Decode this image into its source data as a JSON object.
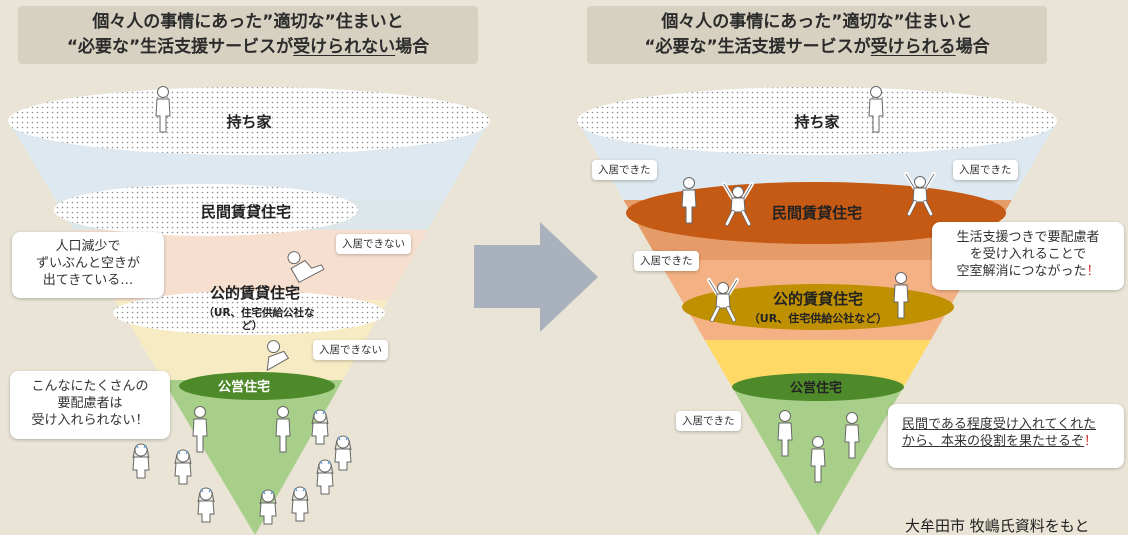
{
  "left_title": {
    "line1": "個々人の事情にあった”適切な”住まいと",
    "line2_pre": "“必要な”生活支援サービスが",
    "line2_ul": "受けられない",
    "line2_post": "場合"
  },
  "right_title": {
    "line1": "個々人の事情にあった”適切な”住まいと",
    "line2_pre": "“必要な”生活支援サービスが",
    "line2_ul": "受けられる",
    "line2_post": "場合"
  },
  "tiers": {
    "owned": "持ち家",
    "private_rental": "民間賃貸住宅",
    "public_rental": "公的賃貸住宅",
    "public_rental_sub_left_1": "（UR、住宅供給公社な",
    "public_rental_sub_left_2": "ど）",
    "public_rental_sub_right": "（UR、住宅供給公社など）",
    "public_housing": "公営住宅"
  },
  "left_bubbles": {
    "vacancy_1": "人口減少で",
    "vacancy_2": "ずいぶんと空きが",
    "vacancy_3": "出てきている…",
    "overflow_1": "こんなにたくさんの",
    "overflow_2": "要配慮者は",
    "overflow_3": "受け入れられない！",
    "rejected_1": "入居できない",
    "rejected_2": "入居できない"
  },
  "right_bubbles": {
    "moved_in_1": "入居できた",
    "moved_in_2": "入居できた",
    "moved_in_3": "入居できた",
    "moved_in_4": "入居できた",
    "support_1": "生活支援つきで要配慮者",
    "support_2": "を受け入れることで",
    "support_3_pre": "空室解消につながった",
    "support_3_mark": "！",
    "role_1": "民間である程度受け入れてくれた",
    "role_2_pre": "から、本来の役割を果たせるぞ",
    "role_2_mark": "！"
  },
  "credit": "大牟田市 牧嶋氏資料をもと",
  "colors": {
    "background": "#e9e4d6",
    "title_box": "#d7d1c2",
    "arrow": "#a9b1bc",
    "sky": "#dde8f0",
    "private_left": "#dde7e9",
    "public_left": "#f6dfcf",
    "public_housing_left": "#f7ebc4",
    "bottom_green": "#a8cf8a",
    "public_housing_disk": "#4e8a2a",
    "private_right_band": "#e59c69",
    "private_right_disk": "#c55a15",
    "public_right_band": "#f4b184",
    "public_right_disk": "#bf9000",
    "housing_right_band": "#ffd966",
    "emphasis_red": "#d0312d"
  },
  "icons": [
    "person-icon",
    "sitting-person-icon",
    "crying-person-icon",
    "cheering-person-icon",
    "thumbs-up-person-icon"
  ]
}
